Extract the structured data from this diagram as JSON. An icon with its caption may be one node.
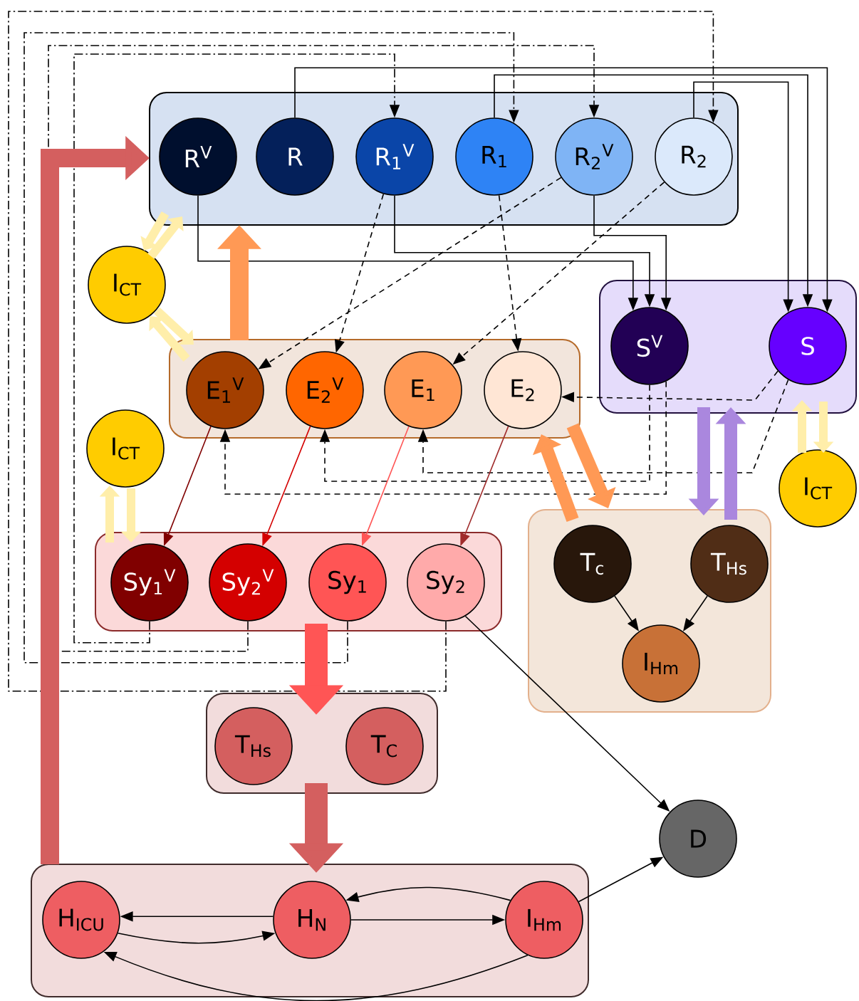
{
  "diagram": {
    "nodes": [
      {
        "text": [],
        "shape": "box"
      },
      {
        "text": [
          "R$^{V}$"
        ],
        "in": 0
      },
      {
        "text": [
          "R"
        ],
        "in": 0
      },
      {
        "text": [
          "R$_{1}$$^{V}$"
        ],
        "in": 0
      },
      {
        "text": [
          "R$_{1}$"
        ],
        "in": 0
      },
      {
        "text": [
          "R$_{2}$$^{V}$"
        ],
        "in": 0
      },
      {
        "text": [
          "R$_{2}$"
        ],
        "in": 0
      },
      {
        "text": [
          "I$_{CT}$"
        ]
      },
      {
        "text": [],
        "shape": "box"
      },
      {
        "text": [
          "E$_{1}$$^{V}$"
        ],
        "in": 8
      },
      {
        "text": [
          "E$_{2}$$^{V}$"
        ],
        "in": 8
      },
      {
        "text": [
          "E$_{1}$"
        ],
        "in": 8
      },
      {
        "text": [
          "E$_{2}$"
        ],
        "in": 8
      },
      {
        "text": [],
        "shape": "box"
      },
      {
        "text": [
          "S$^{V}$"
        ],
        "in": 13
      },
      {
        "text": [
          "S"
        ],
        "in": 13
      },
      {
        "text": [
          "I$_{CT}$"
        ]
      },
      {
        "text": [
          "I$_{CT}$"
        ]
      },
      {
        "text": [],
        "shape": "box"
      },
      {
        "text": [
          "Sy$_{1}$$^{V}$"
        ],
        "in": 18
      },
      {
        "text": [
          "Sy$_{2}$$^{V}$"
        ],
        "in": 18
      },
      {
        "text": [
          "Sy$_{1}$"
        ],
        "in": 18
      },
      {
        "text": [
          "Sy$_{2}$"
        ],
        "in": 18
      },
      {
        "text": [],
        "shape": "box"
      },
      {
        "text": [
          "T$_{c}$"
        ],
        "in": 23
      },
      {
        "text": [
          "T$_{Hs}$"
        ],
        "in": 23
      },
      {
        "text": [
          "I$_{Hm}$"
        ],
        "in": 23
      },
      {
        "text": [],
        "shape": "box"
      },
      {
        "text": [
          "T$_{Hs}$"
        ],
        "in": 27
      },
      {
        "text": [
          "T$_{C}$"
        ],
        "in": 27
      },
      {
        "text": [
          "D"
        ]
      },
      {
        "text": [],
        "shape": "box"
      },
      {
        "text": [
          "H$_{ICU}$"
        ],
        "in": 31
      },
      {
        "text": [
          "H$_{N}$"
        ],
        "in": 31
      },
      {
        "text": [
          "I$_{Hm}$"
        ],
        "in": 31
      }
    ],
    "edges": [
      {
        "from": 3,
        "to": 10,
        "arrow": "to",
        "style": "dashed"
      },
      {
        "from": 5,
        "to": 9,
        "arrow": "to",
        "style": "dashed"
      },
      {
        "from": 4,
        "to": 12,
        "arrow": "to",
        "style": "dashed"
      },
      {
        "from": 6,
        "to": 11,
        "arrow": "to",
        "style": "dashed"
      },
      {
        "from": 1,
        "to": 14,
        "arrow": "to"
      },
      {
        "from": 3,
        "to": 14,
        "arrow": "to"
      },
      {
        "from": 5,
        "to": 14,
        "arrow": "to"
      },
      {
        "from": 2,
        "to": 15,
        "arrow": "to"
      },
      {
        "from": 4,
        "to": 15,
        "arrow": "to"
      },
      {
        "from": 6,
        "to": 15,
        "arrow": "to"
      },
      {
        "from": 19,
        "to": 3,
        "arrow": "to",
        "style": "dashed"
      },
      {
        "from": 20,
        "to": 5,
        "arrow": "to",
        "style": "dashed"
      },
      {
        "from": 21,
        "to": 4,
        "arrow": "to",
        "style": "dashed"
      },
      {
        "from": 22,
        "to": 6,
        "arrow": "to",
        "style": "dashed"
      },
      {
        "from": 14,
        "to": 9,
        "arrow": "to",
        "style": "dashed"
      },
      {
        "from": 14,
        "to": 10,
        "arrow": "to",
        "style": "dashed"
      },
      {
        "from": 15,
        "to": 11,
        "arrow": "to",
        "style": "dashed"
      },
      {
        "from": 15,
        "to": 12,
        "arrow": "to",
        "style": "dashed"
      },
      {
        "from": 9,
        "to": 19,
        "arrow": "to",
        "color": "#800000"
      },
      {
        "from": 10,
        "to": 20,
        "arrow": "to",
        "color": "#d40000"
      },
      {
        "from": 11,
        "to": 21,
        "arrow": "to",
        "color": "#ff5555"
      },
      {
        "from": 12,
        "to": 22,
        "arrow": "to",
        "color": "#a02c2c"
      },
      {
        "from": 24,
        "to": 26,
        "arrow": "to"
      },
      {
        "from": 25,
        "to": 26,
        "arrow": "to"
      },
      {
        "from": 22,
        "to": 30,
        "arrow": "to"
      },
      {
        "from": 34,
        "to": 30,
        "arrow": "to"
      },
      {
        "from": 33,
        "to": 32,
        "arrow": "to"
      },
      {
        "from": 32,
        "to": 33,
        "arrow": "to"
      },
      {
        "from": 33,
        "to": 34,
        "arrow": "to"
      },
      {
        "from": 34,
        "to": 33,
        "arrow": "to"
      },
      {
        "from": 34,
        "to": 32,
        "arrow": "to"
      },
      {
        "from": 31,
        "to": 0,
        "arrow": "to",
        "style": "thick",
        "color": "#d45f5f"
      },
      {
        "from": 8,
        "to": 0,
        "arrow": "to",
        "style": "thick",
        "color": "#ff9955"
      },
      {
        "from": 0,
        "to": 7,
        "arrow": "to",
        "style": "thick",
        "color": "#ffeeaa"
      },
      {
        "from": 7,
        "to": 0,
        "arrow": "to",
        "style": "thick",
        "color": "#ffeeaa"
      },
      {
        "from": 7,
        "to": 8,
        "arrow": "to",
        "style": "thick",
        "color": "#ffeeaa"
      },
      {
        "from": 8,
        "to": 7,
        "arrow": "to",
        "style": "thick",
        "color": "#ffeeaa"
      },
      {
        "from": 16,
        "to": 18,
        "arrow": "to",
        "style": "thick",
        "color": "#ffeeaa"
      },
      {
        "from": 18,
        "to": 16,
        "arrow": "to",
        "style": "thick",
        "color": "#ffeeaa"
      },
      {
        "from": 13,
        "to": 17,
        "arrow": "to",
        "style": "thick",
        "color": "#ffeeaa"
      },
      {
        "from": 17,
        "to": 13,
        "arrow": "to",
        "style": "thick",
        "color": "#ffeeaa"
      },
      {
        "from": 8,
        "to": 23,
        "arrow": "to",
        "style": "thick",
        "color": "#ff9955"
      },
      {
        "from": 23,
        "to": 8,
        "arrow": "to",
        "style": "thick",
        "color": "#ff9955"
      },
      {
        "from": 13,
        "to": 23,
        "arrow": "to",
        "style": "thick",
        "color": "#aa87de"
      },
      {
        "from": 23,
        "to": 13,
        "arrow": "to",
        "style": "thick",
        "color": "#aa87de"
      },
      {
        "from": 18,
        "to": 27,
        "arrow": "to",
        "style": "thick",
        "color": "#ff5555"
      },
      {
        "from": 27,
        "to": 31,
        "arrow": "to",
        "style": "thick",
        "color": "#d45f5f"
      }
    ]
  }
}
